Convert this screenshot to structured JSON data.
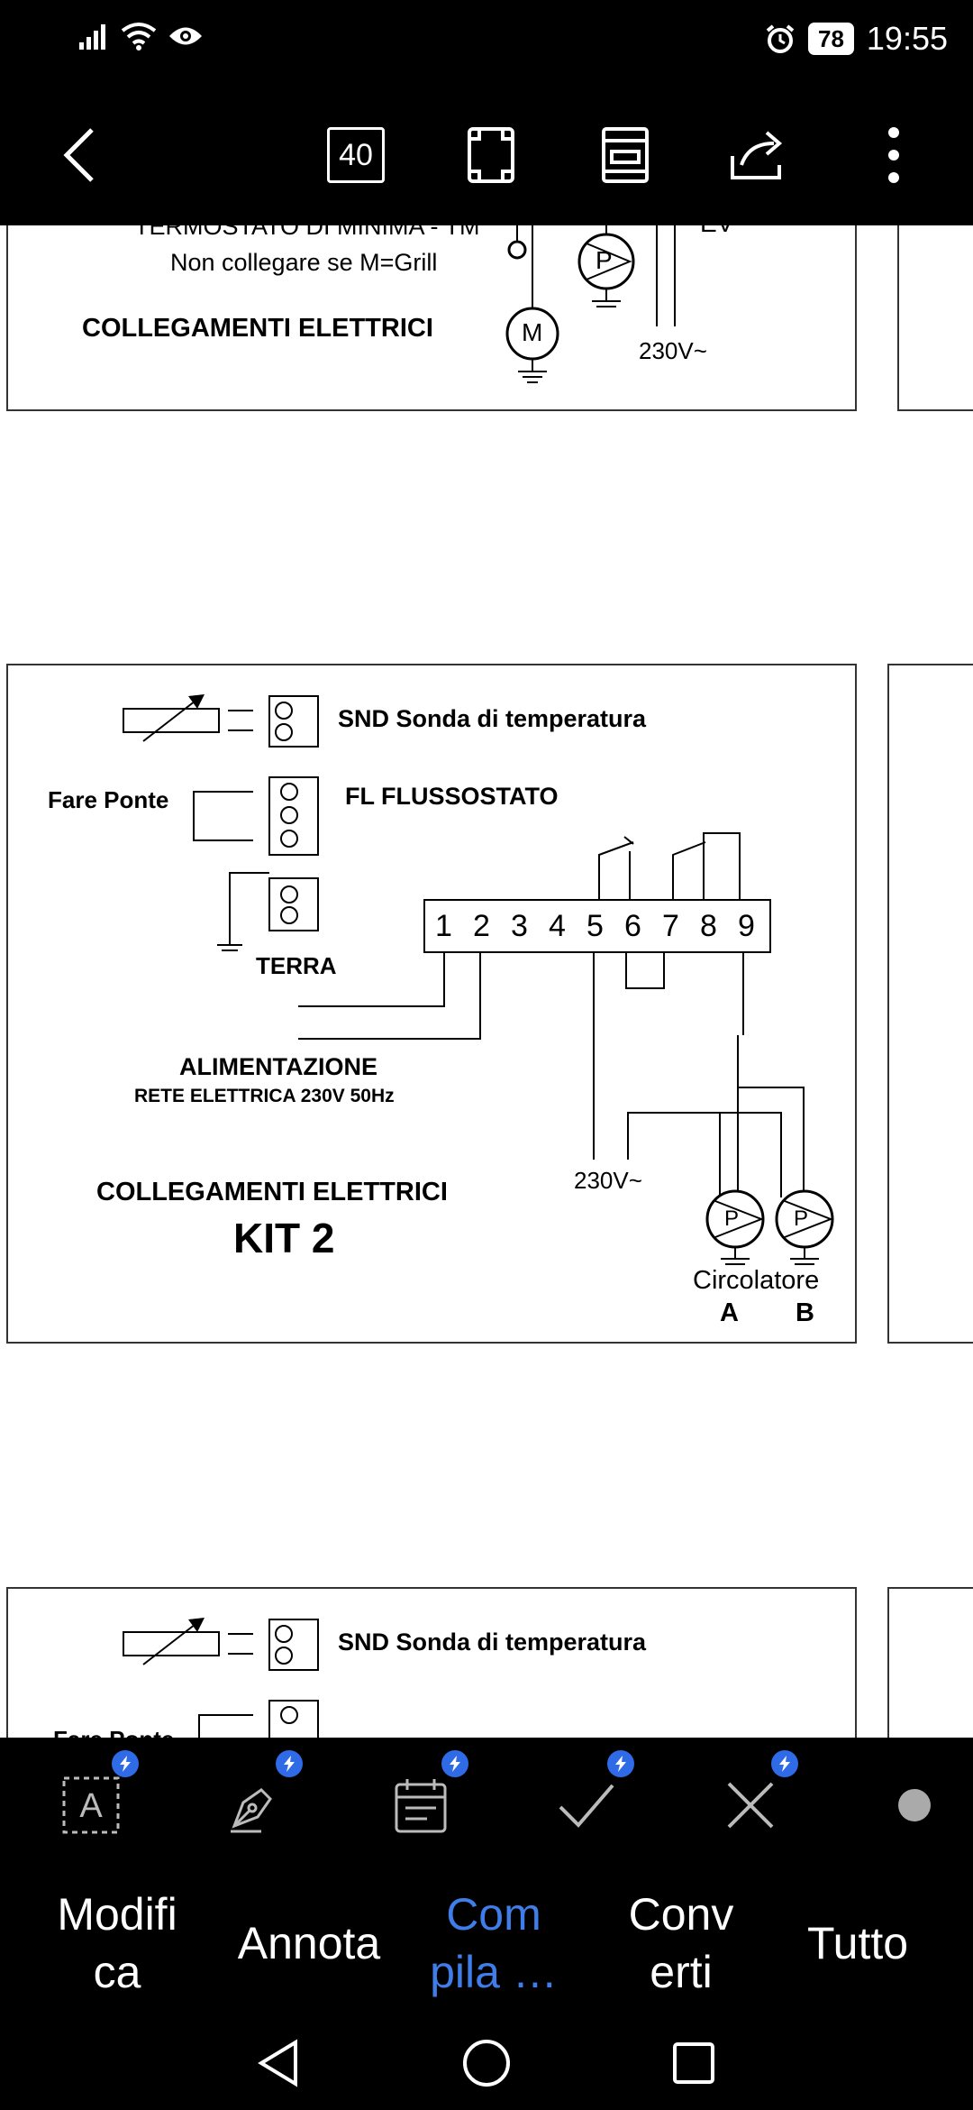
{
  "status": {
    "time": "19:55",
    "battery": "78"
  },
  "toolbar": {
    "page_count": "40"
  },
  "document": {
    "top_panel": {
      "cut_line": "TERMOSTATO DI MINIMA - TM",
      "note": "Non collegare se M=Grill",
      "title": "COLLEGAMENTI ELETTRICI",
      "motor": "M",
      "pump": "P",
      "voltage": "230V~",
      "ev": "EV"
    },
    "kit2": {
      "snd": "SND Sonda di temperatura",
      "fare_ponte": "Fare Ponte",
      "fl": "FL FLUSSOSTATO",
      "terra": "TERRA",
      "terminals": [
        "1",
        "2",
        "3",
        "4",
        "5",
        "6",
        "7",
        "8",
        "9"
      ],
      "alimentazione": "ALIMENTAZIONE",
      "rete": "RETE ELETTRICA 230V 50Hz",
      "voltage": "230V~",
      "title": "COLLEGAMENTI ELETTRICI",
      "subtitle": "KIT 2",
      "pump": "P",
      "circolatore": "Circolatore",
      "label_a": "A",
      "label_b": "B"
    },
    "bottom_panel": {
      "snd": "SND Sonda di temperatura",
      "fare_ponte": "Fare Ponte"
    }
  },
  "tabs": [
    {
      "label": "Modifi\nca"
    },
    {
      "label": "Annota"
    },
    {
      "label": "Com\npila …"
    },
    {
      "label": "Conv\nerti"
    },
    {
      "label": "Tutto"
    }
  ],
  "colors": {
    "accent": "#3f7de8",
    "badge": "#2f6be6"
  }
}
